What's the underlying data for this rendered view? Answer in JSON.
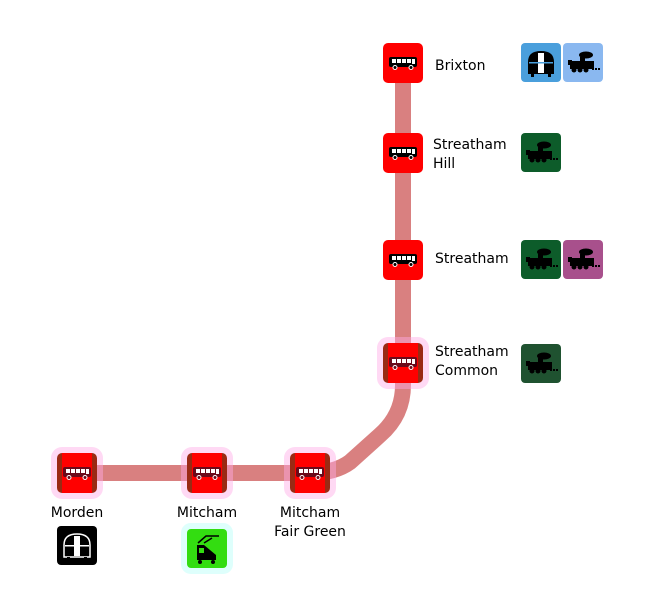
{
  "route": {
    "line_color": "#d98080",
    "stop_color": "#ff0000",
    "stop_icon": "bus-icon"
  },
  "stations": [
    {
      "name": "Brixton",
      "label_lines": [
        "Brixton"
      ],
      "interchanges": [
        {
          "mode": "underground",
          "icon": "tube-icon",
          "color": "#4a9fdc"
        },
        {
          "mode": "rail",
          "icon": "steam-train-icon",
          "color": "#8ab8f0"
        }
      ]
    },
    {
      "name": "Streatham Hill",
      "label_lines": [
        "Streatham",
        "Hill"
      ],
      "interchanges": [
        {
          "mode": "rail",
          "icon": "steam-train-icon",
          "color": "#0d5c2a"
        }
      ]
    },
    {
      "name": "Streatham",
      "label_lines": [
        "Streatham"
      ],
      "interchanges": [
        {
          "mode": "rail",
          "icon": "steam-train-icon",
          "color": "#0d5c2a"
        },
        {
          "mode": "rail",
          "icon": "steam-train-icon",
          "color": "#a8508c"
        }
      ]
    },
    {
      "name": "Streatham Common",
      "label_lines": [
        "Streatham",
        "Common"
      ],
      "interchanges": [
        {
          "mode": "rail",
          "icon": "steam-train-icon",
          "color": "#1f5230"
        }
      ]
    },
    {
      "name": "Mitcham Fair Green",
      "label_lines": [
        "Mitcham",
        "Fair Green"
      ],
      "interchanges": []
    },
    {
      "name": "Mitcham",
      "label_lines": [
        "Mitcham"
      ],
      "interchanges": [
        {
          "mode": "tram",
          "icon": "tram-icon",
          "color": "#33dd11"
        }
      ]
    },
    {
      "name": "Morden",
      "label_lines": [
        "Morden"
      ],
      "interchanges": [
        {
          "mode": "underground",
          "icon": "tube-icon",
          "color": "#000000"
        }
      ]
    }
  ]
}
